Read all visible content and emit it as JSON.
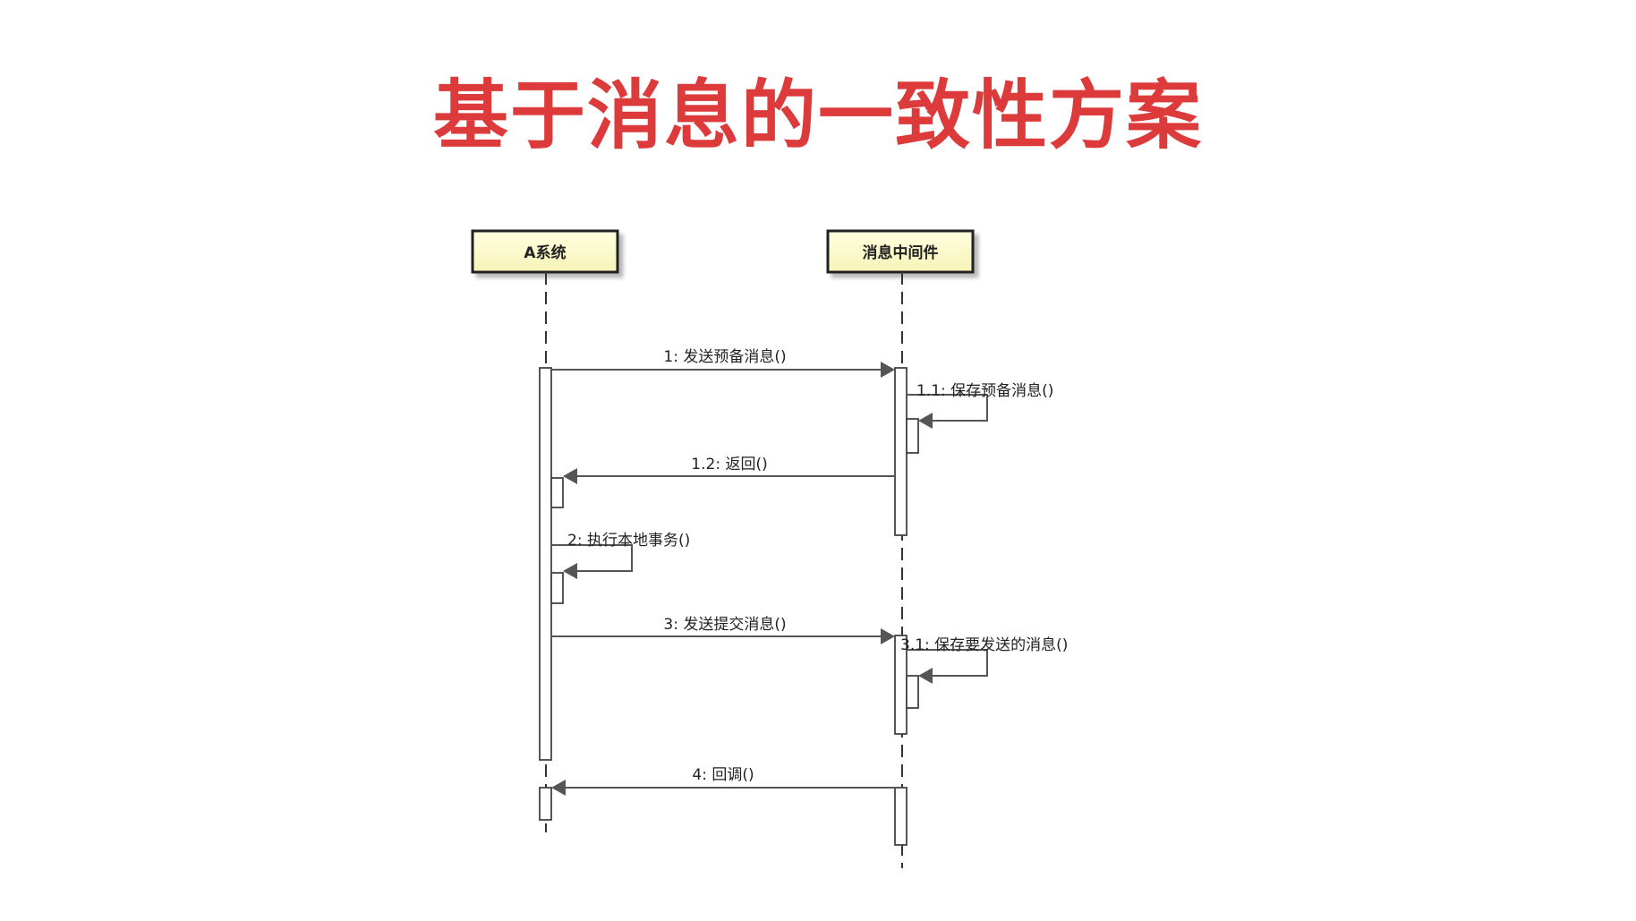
{
  "title": "基于消息的一致性方案",
  "participants": [
    {
      "id": "a",
      "label": "A系统"
    },
    {
      "id": "mq",
      "label": "消息中间件"
    }
  ],
  "messages": [
    {
      "id": "m1",
      "label": "1: 发送预备消息()"
    },
    {
      "id": "m11",
      "label": "1.1: 保存预备消息()"
    },
    {
      "id": "m12",
      "label": "1.2: 返回()"
    },
    {
      "id": "m2",
      "label": "2: 执行本地事务()"
    },
    {
      "id": "m3",
      "label": "3: 发送提交消息()"
    },
    {
      "id": "m31",
      "label": "3.1: 保存要发送的消息()"
    },
    {
      "id": "m4",
      "label": "4: 回调()"
    }
  ],
  "colors": {
    "title": "#dd3b3b",
    "participant_fill": "#ffffcc",
    "line": "#555555"
  }
}
